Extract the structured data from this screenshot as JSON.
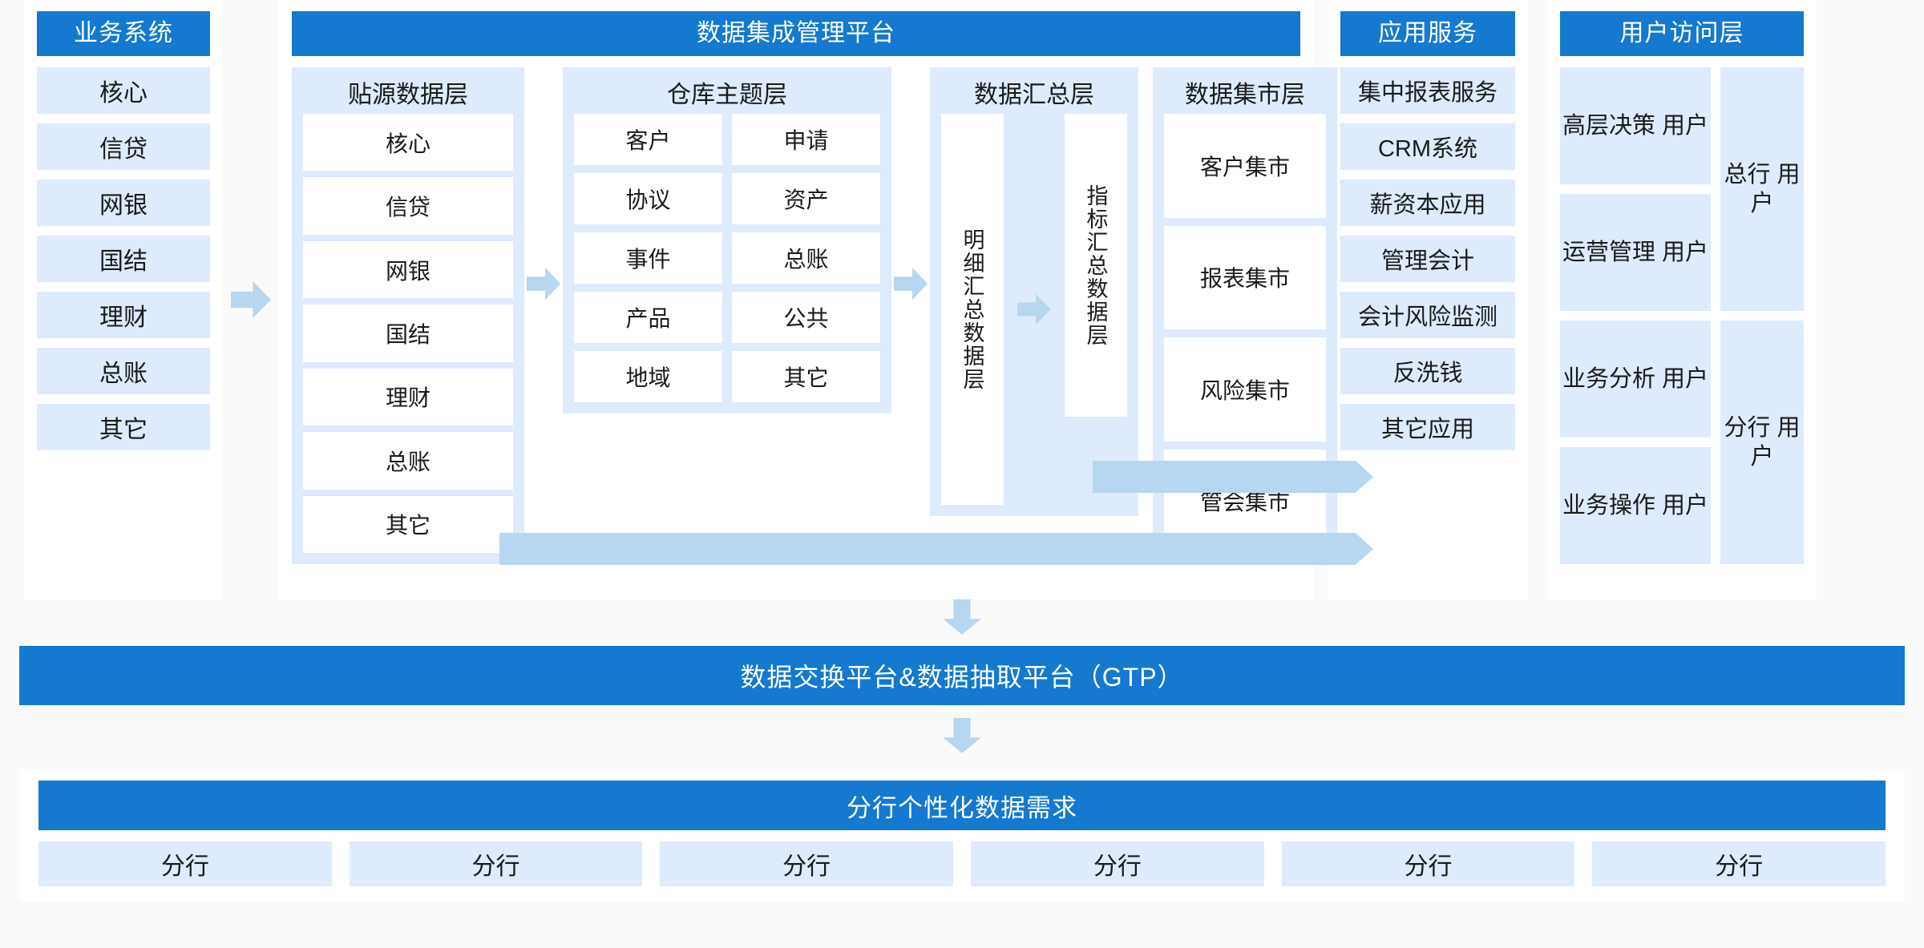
{
  "business_system": {
    "header": "业务系统",
    "items": [
      "核心",
      "信贷",
      "网银",
      "国结",
      "理财",
      "总账",
      "其它"
    ]
  },
  "platform": {
    "header": "数据集成管理平台",
    "source_layer": {
      "title": "贴源数据层",
      "items": [
        "核心",
        "信贷",
        "网银",
        "国结",
        "理财",
        "总账",
        "其它"
      ]
    },
    "warehouse_layer": {
      "title": "仓库主题层",
      "items": [
        "客户",
        "申请",
        "协议",
        "资产",
        "事件",
        "总账",
        "产品",
        "公共",
        "地域",
        "其它"
      ]
    },
    "summary_layer": {
      "title": "数据汇总层",
      "detail_box": "明细汇总数据层",
      "index_box": "指标汇总数据层"
    },
    "mart_layer": {
      "title": "数据集市层",
      "items": [
        "客户集市",
        "报表集市",
        "风险集市",
        "管会集市"
      ]
    }
  },
  "app_service": {
    "header": "应用服务",
    "items": [
      "集中报表服务",
      "CRM系统",
      "薪资本应用",
      "管理会计",
      "会计风险监测",
      "反洗钱",
      "其它应用"
    ]
  },
  "user_access": {
    "header": "用户访问层",
    "left_items": [
      "高层决策\n用户",
      "运营管理\n用户",
      "业务分析\n用户",
      "业务操作\n用户"
    ],
    "right_items": [
      "总行\n用户",
      "分行\n用户"
    ]
  },
  "gtp_bar": {
    "title": "数据交换平台&数据抽取平台（GTP）"
  },
  "branch_section": {
    "title": "分行个性化数据需求",
    "items": [
      "分行",
      "分行",
      "分行",
      "分行",
      "分行",
      "分行"
    ]
  },
  "colors": {
    "header_blue": "#1479cf",
    "light_blue": "#ddebfc",
    "arrow_blue": "#b7d6f0",
    "white_box": "#ffffff",
    "page_bg": "#fafafa"
  }
}
